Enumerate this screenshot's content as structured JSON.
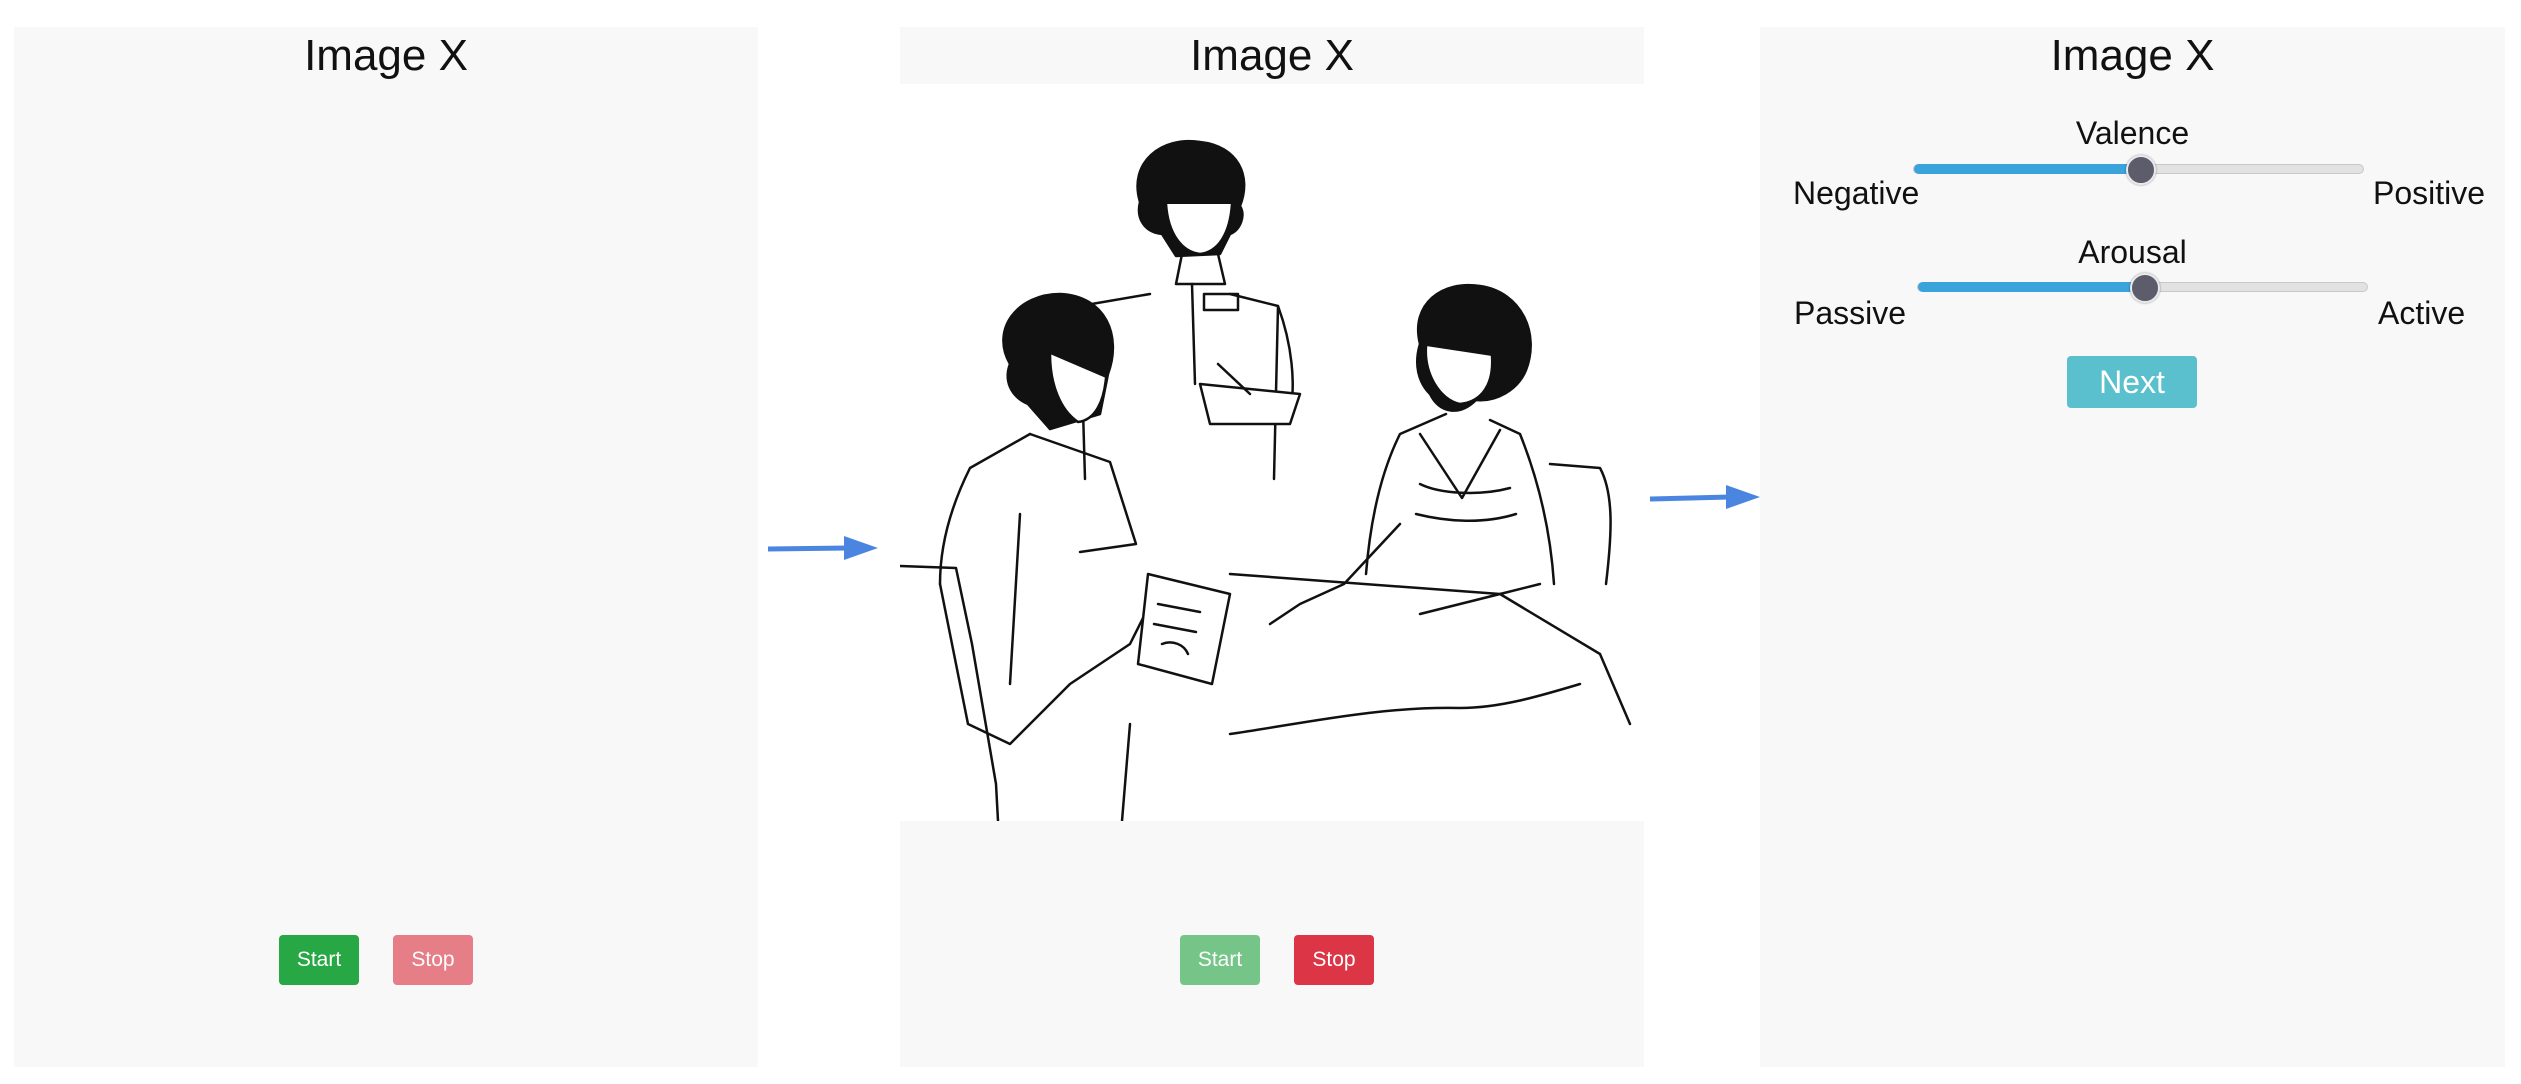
{
  "panels": [
    {
      "title": "Image X",
      "start_label": "Start",
      "stop_label": "Stop"
    },
    {
      "title": "Image X",
      "start_label": "Start",
      "stop_label": "Stop"
    },
    {
      "title": "Image X",
      "valence": {
        "title": "Valence",
        "low_label": "Negative",
        "high_label": "Positive",
        "value": 0.5
      },
      "arousal": {
        "title": "Arousal",
        "low_label": "Passive",
        "high_label": "Active",
        "value": 0.5
      },
      "next_label": "Next"
    }
  ],
  "colors": {
    "start": "#28a745",
    "stop": "#dc3545",
    "slider_fill": "#3aa3dc",
    "next": "#5bc0ce",
    "arrow": "#4a86e0"
  },
  "icons": [
    "right-arrow-icon",
    "right-arrow-icon"
  ]
}
